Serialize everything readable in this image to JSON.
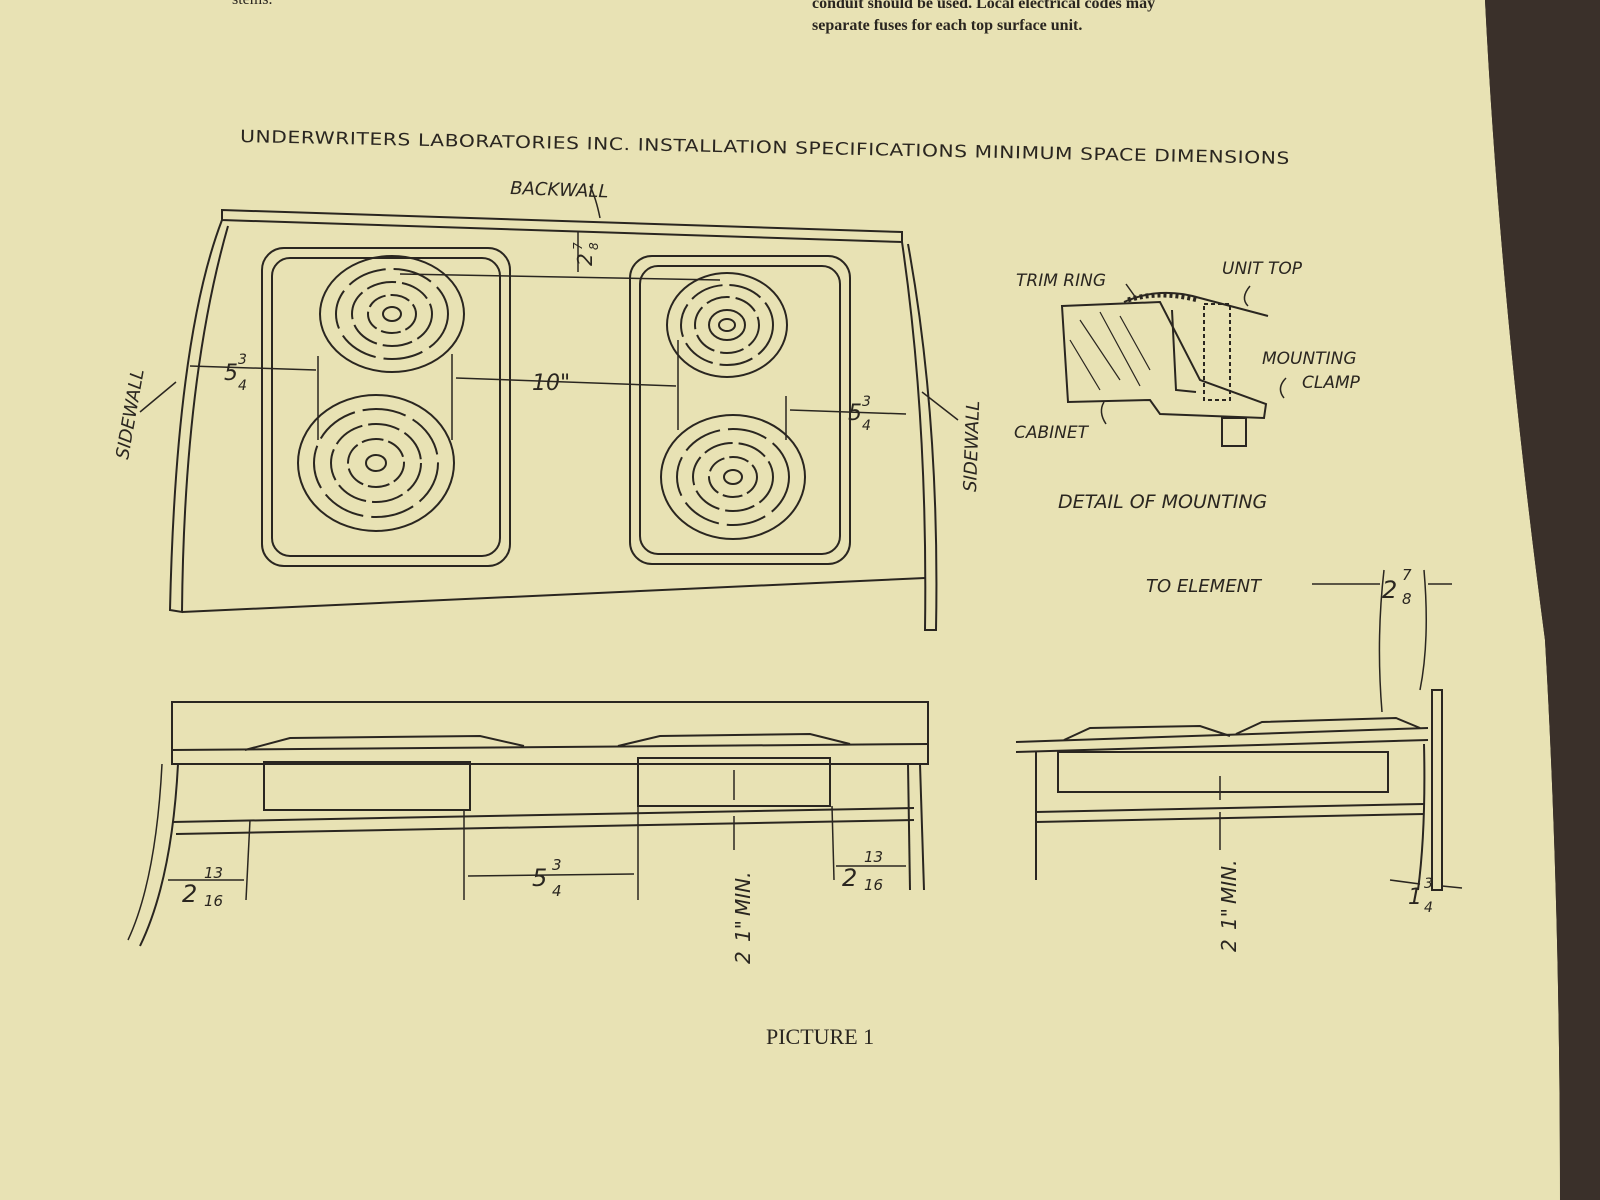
{
  "header_text": {
    "left_fragment": "stems.",
    "right_line1": "conduit should be used. Local electrical codes may",
    "right_line2": "separate fuses for each top surface unit."
  },
  "title": "UNDERWRITERS LABORATORIES INC. INSTALLATION SPECIFICATIONS MINIMUM SPACE DIMENSIONS",
  "top_view": {
    "backwall_label": "BACKWALL",
    "sidewall_left": "SIDEWALL",
    "sidewall_right": "SIDEWALL",
    "dim_back_whole": "2",
    "dim_back_num": "7",
    "dim_back_den": "8",
    "dim_left_whole": "5",
    "dim_left_num": "3",
    "dim_left_den": "4",
    "dim_center": "10\"",
    "dim_right_whole": "5",
    "dim_right_num": "3",
    "dim_right_den": "4"
  },
  "mounting_detail": {
    "trim_ring": "TRIM RING",
    "unit_top": "UNIT TOP",
    "mounting": "MOUNTING",
    "clamp": "CLAMP",
    "cabinet": "CABINET",
    "caption": "DETAIL OF MOUNTING"
  },
  "front_view": {
    "dim_left_whole": "2",
    "dim_left_num": "13",
    "dim_left_den": "16",
    "dim_mid_whole": "5",
    "dim_mid_num": "3",
    "dim_mid_den": "4",
    "dim_right_whole": "2",
    "dim_right_num": "13",
    "dim_right_den": "16",
    "dim_min_top": "1\"",
    "dim_min_word": "MIN.",
    "dim_min_frac": "2"
  },
  "side_view": {
    "to_element": "TO ELEMENT",
    "dim_top_whole": "2",
    "dim_top_num": "7",
    "dim_top_den": "8",
    "dim_min_top": "1\"",
    "dim_min_word": "MIN.",
    "dim_min_frac": "2",
    "dim_bot_whole": "1",
    "dim_bot_num": "3",
    "dim_bot_den": "4"
  },
  "caption": "PICTURE 1",
  "colors": {
    "paper": "#e8e2b4",
    "ink": "#2a2620",
    "background": "#2a2420"
  }
}
